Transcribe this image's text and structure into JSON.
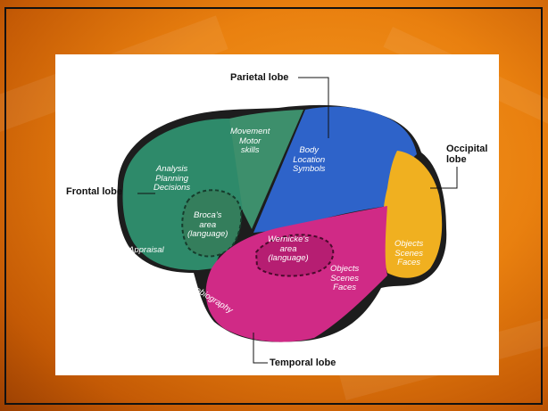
{
  "slide": {
    "background_color": "#e9800f",
    "frame_color": "#111111"
  },
  "diagram": {
    "lobe_labels": {
      "parietal": "Parietal lobe",
      "occipital_line1": "Occipital",
      "occipital_line2": "lobe",
      "frontal": "Frontal lobe",
      "temporal": "Temporal lobe"
    },
    "regions": {
      "movement": [
        "Movement",
        "Motor",
        "skills"
      ],
      "body": [
        "Body",
        "Location",
        "Symbols"
      ],
      "analysis": [
        "Analysis",
        "Planning",
        "Decisions"
      ],
      "broca": [
        "Broca's",
        "area",
        "(language)"
      ],
      "appraisal": "Appraisal",
      "wernicke": [
        "Wernicke's",
        "area",
        "(language)"
      ],
      "objects_temporal": [
        "Objects",
        "Scenes",
        "Faces"
      ],
      "objects_occipital": [
        "Objects",
        "Scenes",
        "Faces"
      ],
      "autobiography": "Autobiography"
    },
    "colors": {
      "frontal": "#2e8a6a",
      "motor": "#3d8f6c",
      "parietal": "#2e63c9",
      "occipital": "#f0b020",
      "temporal": "#d02a86"
    }
  }
}
